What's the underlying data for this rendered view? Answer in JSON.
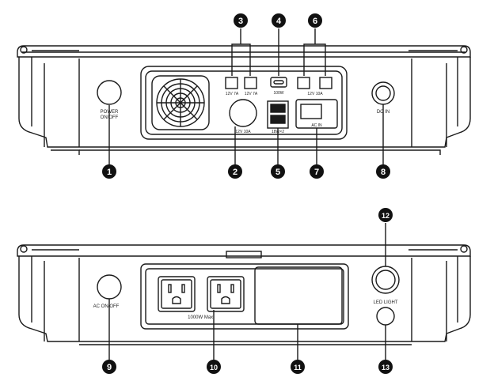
{
  "front_panel": {
    "power_label_1": "POWER",
    "power_label_2": "ON/OFF",
    "port_12v7a_left": "12V 7A",
    "port_12v7a_right": "12V 7A",
    "cig_label": "12V 10A",
    "usbc_label": "100W",
    "usb_label": "18W×2",
    "dc_out_label": "12V 10A",
    "ac_in_label": "AC IN",
    "dc_in_label": "DC IN"
  },
  "rear_panel": {
    "ac_switch_label": "AC ON/OFF",
    "outlet_label": "1000W Max.",
    "led_label": "LED LIGHT"
  },
  "callouts": [
    "1",
    "2",
    "3",
    "4",
    "5",
    "6",
    "7",
    "8",
    "9",
    "10",
    "11",
    "12",
    "13"
  ],
  "colors": {
    "line": "#1a1a1a",
    "fill": "#ffffff",
    "dark": "#111111"
  }
}
